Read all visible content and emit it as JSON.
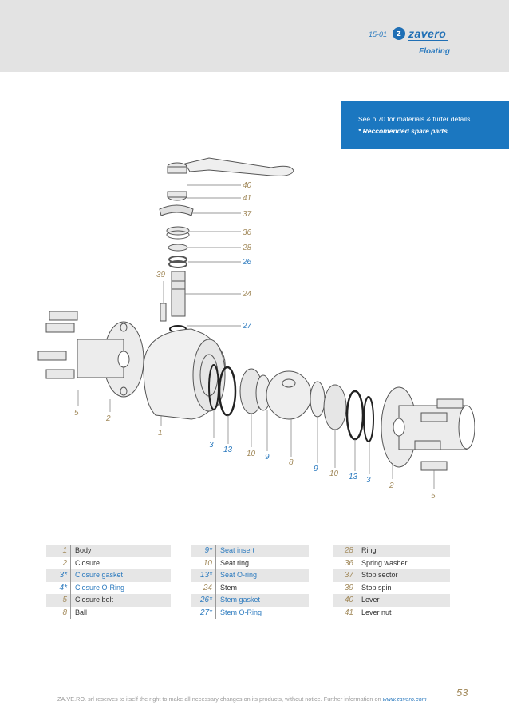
{
  "header": {
    "code": "15-01",
    "brand": "zavero",
    "subtitle": "Floating",
    "colors": {
      "band": "#e3e3e3",
      "brand_blue": "#1f6fb5"
    }
  },
  "infobox": {
    "line1": "See p.70 for materials & furter details",
    "line2": "* Reccomended spare parts",
    "color": "#1b77c0"
  },
  "callouts": {
    "c40": "40",
    "c41": "41",
    "c37": "37",
    "c36": "36",
    "c28": "28",
    "c26": "26",
    "c39": "39",
    "c24": "24",
    "c27": "27",
    "c5l": "5",
    "c2l": "2",
    "c1": "1",
    "c3l": "3",
    "c13l": "13",
    "c10l": "10",
    "c9l": "9",
    "c8": "8",
    "c9r": "9",
    "c10r": "10",
    "c13r": "13",
    "c3r": "3",
    "c2r": "2",
    "c5r": "5"
  },
  "parts": {
    "col1": [
      {
        "num": "1",
        "name": "Body"
      },
      {
        "num": "2",
        "name": "Closure"
      },
      {
        "num": "3*",
        "name": "Closure gasket"
      },
      {
        "num": "4*",
        "name": "Closure O-Ring"
      },
      {
        "num": "5",
        "name": "Closure bolt"
      },
      {
        "num": "8",
        "name": "Ball"
      }
    ],
    "col2": [
      {
        "num": "9*",
        "name": "Seat insert"
      },
      {
        "num": "10",
        "name": "Seat ring"
      },
      {
        "num": "13*",
        "name": "Seat O-ring"
      },
      {
        "num": "24",
        "name": "Stem"
      },
      {
        "num": "26*",
        "name": "Stem gasket"
      },
      {
        "num": "27*",
        "name": "Stem O-Ring"
      }
    ],
    "col3": [
      {
        "num": "28",
        "name": "Ring"
      },
      {
        "num": "36",
        "name": "Spring washer"
      },
      {
        "num": "37",
        "name": "Stop sector"
      },
      {
        "num": "39",
        "name": "Stop spin"
      },
      {
        "num": "40",
        "name": "Lever"
      },
      {
        "num": "41",
        "name": "Lever nut"
      }
    ]
  },
  "footer": {
    "text": "ZA.VE.RO. srl reserves to itself the right to make all necessary changes on its products, without notice. Further information on",
    "link": "www.zavero.com",
    "page_number": "53"
  }
}
